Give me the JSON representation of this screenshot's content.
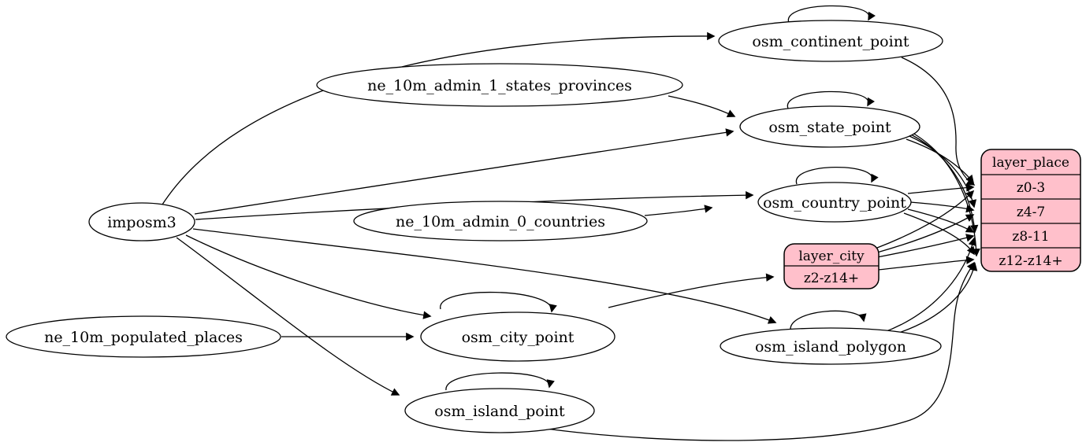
{
  "diagram": {
    "background": "#ffffff",
    "colors": {
      "table_fill": "#ffffff",
      "layer_fill": "#ffc0cb",
      "stroke": "#000000",
      "text": "#000000"
    },
    "nodes": {
      "imposm3": {
        "label": "imposm3",
        "shape": "ellipse"
      },
      "ne_10m_admin_1_states_provinces": {
        "label": "ne_10m_admin_1_states_provinces",
        "shape": "ellipse"
      },
      "ne_10m_admin_0_countries": {
        "label": "ne_10m_admin_0_countries",
        "shape": "ellipse"
      },
      "ne_10m_populated_places": {
        "label": "ne_10m_populated_places",
        "shape": "ellipse"
      },
      "osm_continent_point": {
        "label": "osm_continent_point",
        "shape": "ellipse",
        "self_loop": true
      },
      "osm_state_point": {
        "label": "osm_state_point",
        "shape": "ellipse",
        "self_loop": true
      },
      "osm_country_point": {
        "label": "osm_country_point",
        "shape": "ellipse",
        "self_loop": true
      },
      "osm_city_point": {
        "label": "osm_city_point",
        "shape": "ellipse",
        "self_loop": true
      },
      "osm_island_polygon": {
        "label": "osm_island_polygon",
        "shape": "ellipse",
        "self_loop": true
      },
      "osm_island_point": {
        "label": "osm_island_point",
        "shape": "ellipse",
        "self_loop": true
      },
      "layer_city": {
        "label": "layer_city",
        "shape": "record",
        "rows": [
          "z2-z14+"
        ]
      },
      "layer_place": {
        "label": "layer_place",
        "shape": "record",
        "rows": [
          "z0-3",
          "z4-7",
          "z8-11",
          "z12-z14+"
        ]
      }
    },
    "edges": [
      {
        "from": "imposm3",
        "to": "osm_continent_point"
      },
      {
        "from": "imposm3",
        "to": "osm_state_point"
      },
      {
        "from": "imposm3",
        "to": "osm_country_point"
      },
      {
        "from": "imposm3",
        "to": "osm_city_point"
      },
      {
        "from": "imposm3",
        "to": "osm_island_polygon"
      },
      {
        "from": "imposm3",
        "to": "osm_island_point"
      },
      {
        "from": "ne_10m_admin_1_states_provinces",
        "to": "osm_state_point"
      },
      {
        "from": "ne_10m_admin_0_countries",
        "to": "osm_country_point"
      },
      {
        "from": "ne_10m_populated_places",
        "to": "osm_city_point"
      },
      {
        "from": "osm_continent_point",
        "to": "osm_continent_point"
      },
      {
        "from": "osm_state_point",
        "to": "osm_state_point"
      },
      {
        "from": "osm_country_point",
        "to": "osm_country_point"
      },
      {
        "from": "osm_city_point",
        "to": "osm_city_point"
      },
      {
        "from": "osm_island_polygon",
        "to": "osm_island_polygon"
      },
      {
        "from": "osm_island_point",
        "to": "osm_island_point"
      },
      {
        "from": "osm_city_point",
        "to": "layer_city",
        "row": "z2-z14+"
      },
      {
        "from": "osm_continent_point",
        "to": "layer_place",
        "row": "z0-3"
      },
      {
        "from": "osm_state_point",
        "to": "layer_place",
        "row": "z0-3"
      },
      {
        "from": "osm_state_point",
        "to": "layer_place",
        "row": "z4-7"
      },
      {
        "from": "osm_state_point",
        "to": "layer_place",
        "row": "z8-11"
      },
      {
        "from": "osm_state_point",
        "to": "layer_place",
        "row": "z12-z14+"
      },
      {
        "from": "osm_country_point",
        "to": "layer_place",
        "row": "z0-3"
      },
      {
        "from": "osm_country_point",
        "to": "layer_place",
        "row": "z4-7"
      },
      {
        "from": "osm_country_point",
        "to": "layer_place",
        "row": "z8-11"
      },
      {
        "from": "osm_country_point",
        "to": "layer_place",
        "row": "z12-z14+"
      },
      {
        "from": "layer_city",
        "to": "layer_place",
        "row": "z0-3"
      },
      {
        "from": "layer_city",
        "to": "layer_place",
        "row": "z4-7"
      },
      {
        "from": "layer_city",
        "to": "layer_place",
        "row": "z8-11"
      },
      {
        "from": "layer_city",
        "to": "layer_place",
        "row": "z12-z14+"
      },
      {
        "from": "osm_island_polygon",
        "to": "layer_place",
        "row": "z8-11"
      },
      {
        "from": "osm_island_polygon",
        "to": "layer_place",
        "row": "z12-z14+"
      },
      {
        "from": "osm_island_point",
        "to": "layer_place",
        "row": "z12-z14+"
      }
    ]
  }
}
